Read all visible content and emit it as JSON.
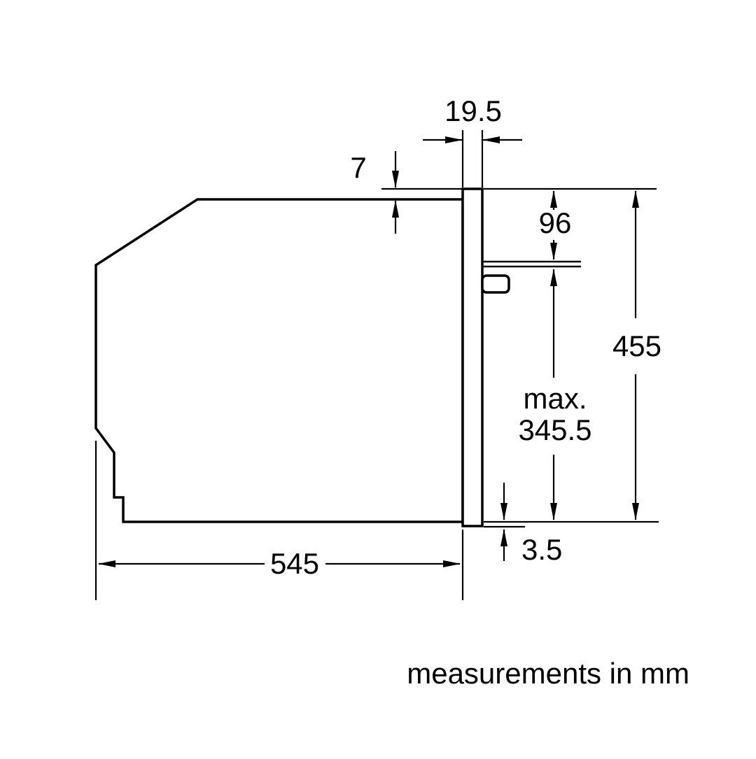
{
  "diagram": {
    "labels": {
      "door_thickness": "19.5",
      "top_gap": "7",
      "top_to_panel": "96",
      "total_height": "455",
      "max_prefix": "max.",
      "max_value": "345.5",
      "bottom_gap": "3.5",
      "depth": "545"
    },
    "footer": "measurements in mm",
    "colors": {
      "line": "#000000",
      "background": "#ffffff"
    }
  }
}
